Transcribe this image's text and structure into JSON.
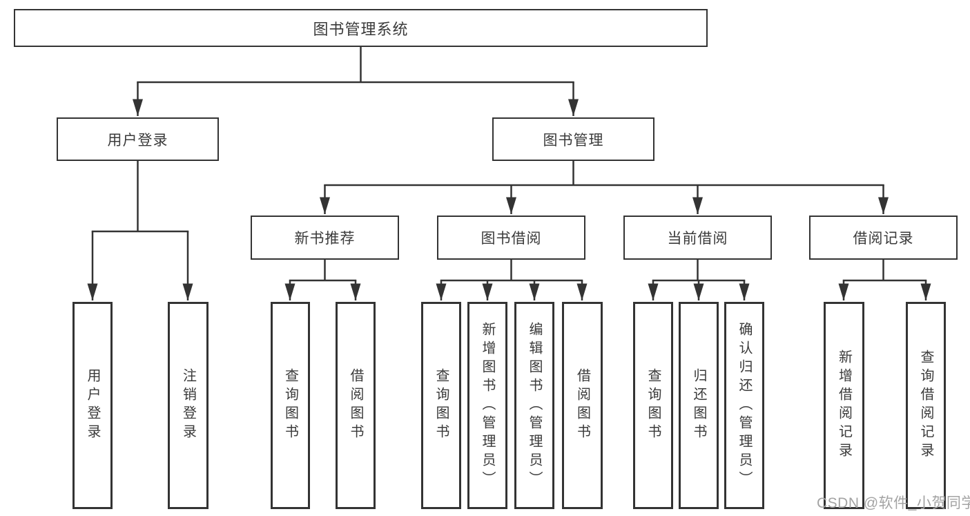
{
  "colors": {
    "line": "#333333",
    "box_border": "#333333",
    "box_background": "#ffffff",
    "text": "#3a3a3a",
    "watermark": "#a3a3a3",
    "page_background": "#ffffff"
  },
  "tree": {
    "root": {
      "label": "图书管理系统"
    },
    "login": {
      "label": "用户登录",
      "children": [
        "用户登录",
        "注销登录"
      ]
    },
    "management": {
      "label": "图书管理",
      "groups": [
        {
          "label": "新书推荐",
          "children": [
            "查询图书",
            "借阅图书"
          ]
        },
        {
          "label": "图书借阅",
          "children": [
            "查询图书",
            "新增图书（管理员）",
            "编辑图书（管理员）",
            "借阅图书"
          ]
        },
        {
          "label": "当前借阅",
          "children": [
            "查询图书",
            "归还图书",
            "确认归还（管理员）"
          ]
        },
        {
          "label": "借阅记录",
          "children": [
            "新增借阅记录",
            "查询借阅记录"
          ]
        }
      ]
    }
  },
  "watermark": {
    "text": "CSDN @软件_小贺同学"
  }
}
